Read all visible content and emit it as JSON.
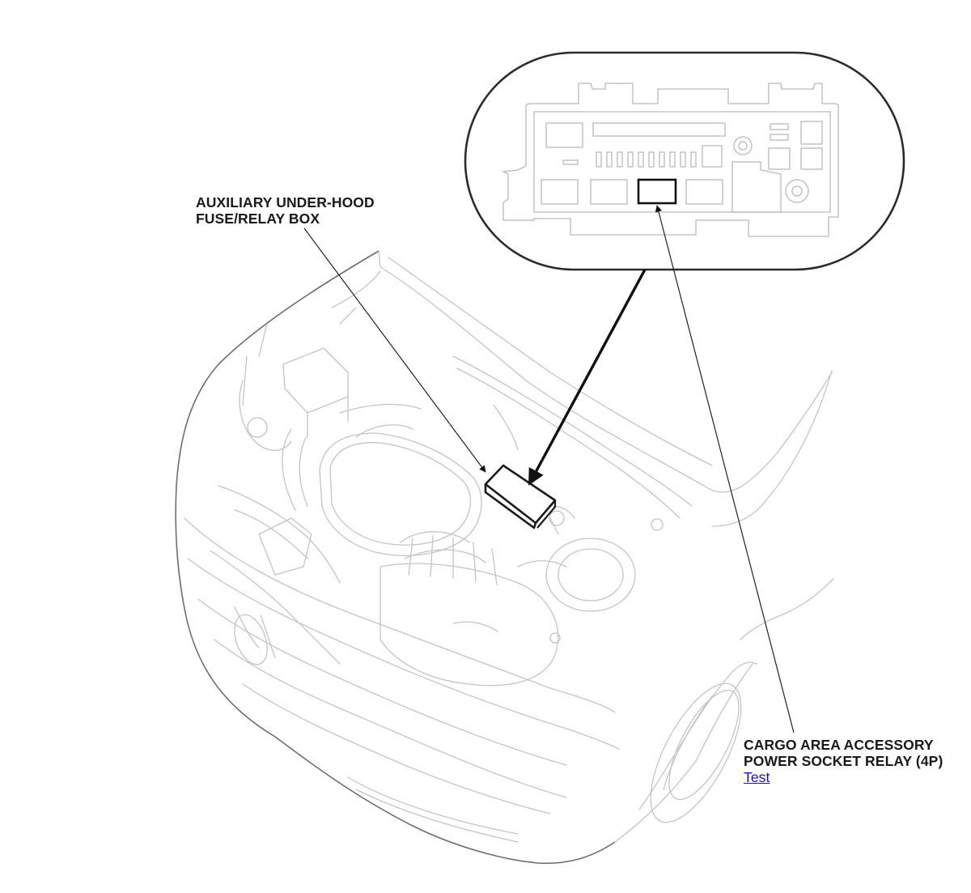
{
  "labels": {
    "aux_box_line1": "AUXILIARY UNDER-HOOD",
    "aux_box_line2": "FUSE/RELAY BOX",
    "relay_line1": "CARGO AREA ACCESSORY",
    "relay_line2": "POWER SOCKET RELAY (4P)",
    "test_link": "Test"
  },
  "colors": {
    "link": "#1a0dcc",
    "label_text": "#1a1a1a",
    "line_art": "#c4c4c4",
    "outline": "#2a2a2a"
  },
  "icons": {
    "vehicle": "vehicle-engine-bay-illustration",
    "detail": "fuse-relay-box-detail-inset"
  }
}
